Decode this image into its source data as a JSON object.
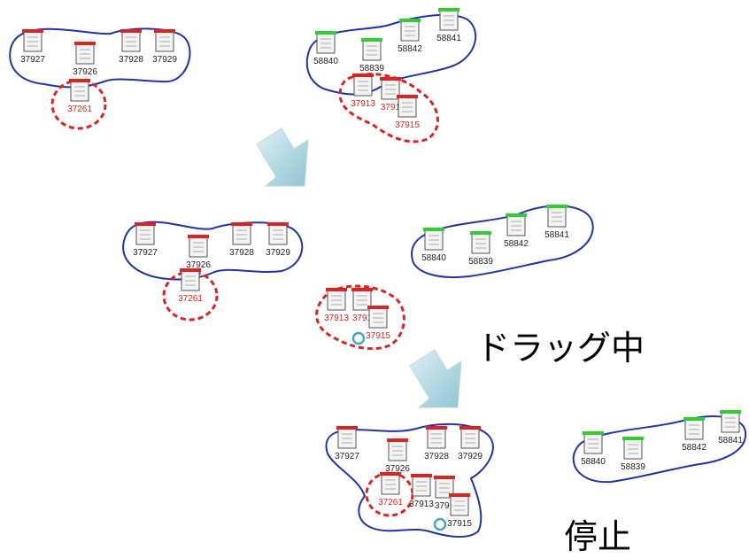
{
  "captions": {
    "dragging": "ドラッグ中",
    "stopped": "停止"
  },
  "colors": {
    "blue": "#2233aa",
    "red": "#dd2222",
    "green": "#33cc33",
    "label_red": "#dd2222",
    "arrow_light": "#c8e6ec",
    "arrow_dark": "#7fb8c8"
  },
  "icon": "document-icon",
  "panels": [
    {
      "name": "before",
      "groups": [
        {
          "name": "blue-group-left",
          "style": "solid-blue",
          "docs": [
            {
              "label": "37927",
              "bar": "red",
              "label_color": "black"
            },
            {
              "label": "37926",
              "bar": "red",
              "label_color": "black"
            },
            {
              "label": "37928",
              "bar": "red",
              "label_color": "black"
            },
            {
              "label": "37929",
              "bar": "red",
              "label_color": "black"
            }
          ]
        },
        {
          "name": "red-group-left",
          "style": "dashed-red",
          "docs": [
            {
              "label": "37261",
              "bar": "red",
              "label_color": "red"
            }
          ]
        },
        {
          "name": "blue-group-right",
          "style": "solid-blue",
          "docs": [
            {
              "label": "58840",
              "bar": "green",
              "label_color": "black"
            },
            {
              "label": "58839",
              "bar": "green",
              "label_color": "black"
            },
            {
              "label": "58842",
              "bar": "green",
              "label_color": "black"
            },
            {
              "label": "58841",
              "bar": "green",
              "label_color": "black"
            }
          ]
        },
        {
          "name": "red-group-right",
          "style": "dashed-red",
          "docs": [
            {
              "label": "37913",
              "bar": "red",
              "label_color": "red"
            },
            {
              "label": "3791",
              "bar": "red",
              "label_color": "red"
            },
            {
              "label": "37915",
              "bar": "red",
              "label_color": "red"
            }
          ]
        }
      ]
    },
    {
      "name": "dragging",
      "groups": [
        {
          "name": "blue-group-left",
          "style": "solid-blue",
          "docs": [
            {
              "label": "37927",
              "bar": "red",
              "label_color": "black"
            },
            {
              "label": "37926",
              "bar": "red",
              "label_color": "black"
            },
            {
              "label": "37928",
              "bar": "red",
              "label_color": "black"
            },
            {
              "label": "37929",
              "bar": "red",
              "label_color": "black"
            }
          ]
        },
        {
          "name": "red-group-left",
          "style": "dashed-red",
          "docs": [
            {
              "label": "37261",
              "bar": "red",
              "label_color": "red"
            }
          ]
        },
        {
          "name": "blue-group-right",
          "style": "solid-blue",
          "docs": [
            {
              "label": "58840",
              "bar": "green",
              "label_color": "black"
            },
            {
              "label": "58839",
              "bar": "green",
              "label_color": "black"
            },
            {
              "label": "58842",
              "bar": "green",
              "label_color": "black"
            },
            {
              "label": "58841",
              "bar": "green",
              "label_color": "black"
            }
          ]
        },
        {
          "name": "red-group-dragged",
          "style": "dashed-red",
          "docs": [
            {
              "label": "37913",
              "bar": "red",
              "label_color": "red"
            },
            {
              "label": "3791",
              "bar": "red",
              "label_color": "red"
            },
            {
              "label": "37915",
              "bar": "red",
              "label_color": "red"
            }
          ]
        }
      ]
    },
    {
      "name": "stopped",
      "groups": [
        {
          "name": "blue-group-merged",
          "style": "solid-blue",
          "docs": [
            {
              "label": "37927",
              "bar": "red",
              "label_color": "black"
            },
            {
              "label": "37926",
              "bar": "red",
              "label_color": "black"
            },
            {
              "label": "37928",
              "bar": "red",
              "label_color": "black"
            },
            {
              "label": "37929",
              "bar": "red",
              "label_color": "black"
            },
            {
              "label": "37913",
              "bar": "red",
              "label_color": "black"
            },
            {
              "label": "3791",
              "bar": "red",
              "label_color": "black"
            },
            {
              "label": "37915",
              "bar": "red",
              "label_color": "black"
            }
          ]
        },
        {
          "name": "red-group-left",
          "style": "dashed-red",
          "docs": [
            {
              "label": "37261",
              "bar": "red",
              "label_color": "red"
            }
          ]
        },
        {
          "name": "blue-group-right",
          "style": "solid-blue",
          "docs": [
            {
              "label": "58840",
              "bar": "green",
              "label_color": "black"
            },
            {
              "label": "58839",
              "bar": "green",
              "label_color": "black"
            },
            {
              "label": "58842",
              "bar": "green",
              "label_color": "black"
            },
            {
              "label": "58841",
              "bar": "green",
              "label_color": "black"
            }
          ]
        }
      ]
    }
  ]
}
